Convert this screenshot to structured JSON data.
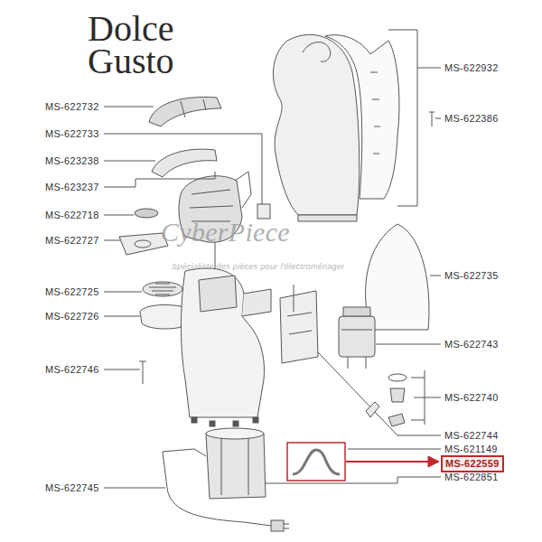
{
  "diagram": {
    "title": "Dolce Gusto",
    "nodes": [
      {
        "text": [
          "MS-622559"
        ]
      }
    ],
    "labels": [
      "CyberPiece",
      "Spécialiste des pièces pour l'électroménager",
      "MS-622932",
      "MS-622732",
      "MS-622386",
      "MS-622733",
      "MS-623238",
      "MS-623237",
      "MS-622718",
      "MS-622727",
      "MS-622735",
      "MS-622725",
      "MS-622726",
      "MS-622743",
      "MS-622746",
      "MS-622740",
      "MS-622744",
      "MS-621149",
      "MS-622851",
      "MS-622745"
    ]
  }
}
